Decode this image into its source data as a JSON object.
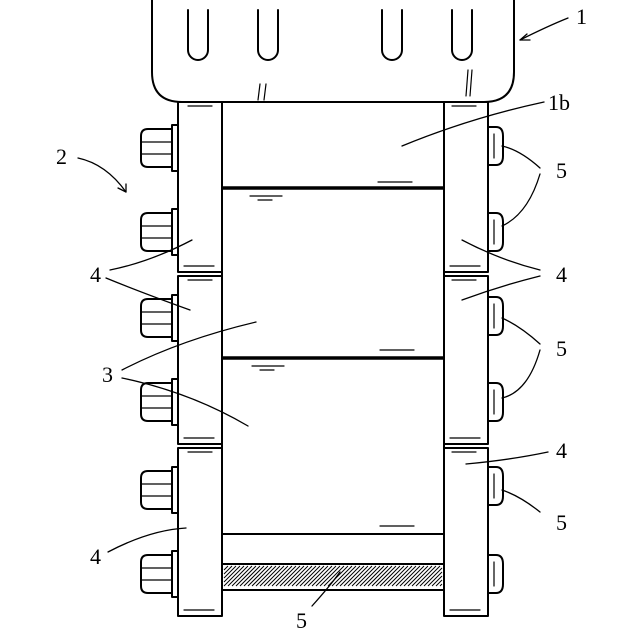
{
  "labels": {
    "ref_1": "1",
    "ref_1b": "1b",
    "ref_2": "2",
    "ref_3": "3",
    "ref_4_left_upper": "4",
    "ref_4_right_upper": "4",
    "ref_4_right_lower": "4",
    "ref_4_left_lower": "4",
    "ref_5_right_upper": "5",
    "ref_5_right_middle": "5",
    "ref_5_right_lower": "5",
    "ref_5_bottom": "5"
  }
}
